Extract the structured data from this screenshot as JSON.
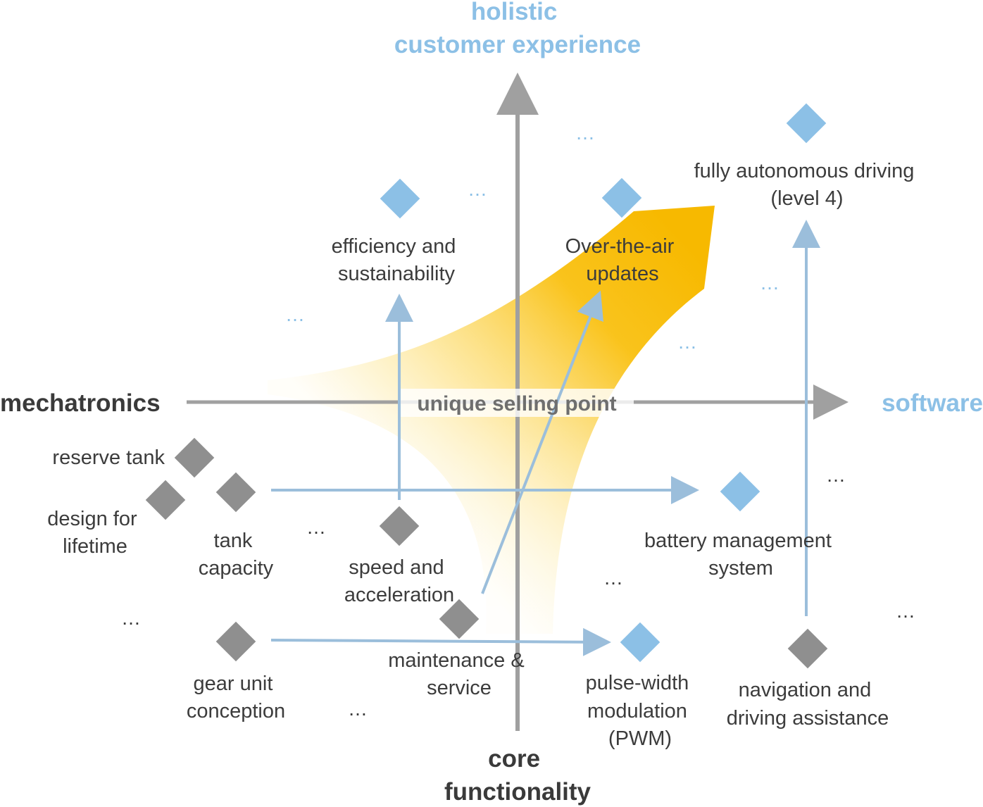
{
  "axes": {
    "top": [
      "holistic",
      "customer experience"
    ],
    "bottom": [
      "core",
      "functionality"
    ],
    "left": "mechatronics",
    "right": "software",
    "center": "unique selling point"
  },
  "nodes": {
    "reserve_tank": [
      "reserve tank"
    ],
    "design_for_lifetime": [
      "design for",
      "lifetime"
    ],
    "tank_capacity": [
      "tank",
      "capacity"
    ],
    "speed_and_acceleration": [
      "speed and",
      "acceleration"
    ],
    "gear_unit_conception": [
      "gear unit",
      "conception"
    ],
    "maintenance_service": [
      "maintenance &",
      "service"
    ],
    "pulse_width_modulation": [
      "pulse-width",
      "modulation",
      "(PWM)"
    ],
    "navigation_driving_assistance": [
      "navigation and",
      "driving assistance"
    ],
    "battery_management_system": [
      "battery management",
      "system"
    ],
    "efficiency_sustainability": [
      "efficiency and",
      "sustainability"
    ],
    "over_the_air_updates": [
      "Over-the-air",
      "updates"
    ],
    "fully_autonomous_driving": [
      "fully autonomous driving",
      "(level 4)"
    ]
  },
  "ellipsis": "…",
  "colors": {
    "mechatronics_gray": "#8f8f8f",
    "software_blue": "#8cc0e6",
    "axis_gray": "#a0a0a0",
    "arrow_blue": "#9bbedb",
    "highlight_yellow": "#f9bc00",
    "text_dark": "#3c3c3c"
  }
}
